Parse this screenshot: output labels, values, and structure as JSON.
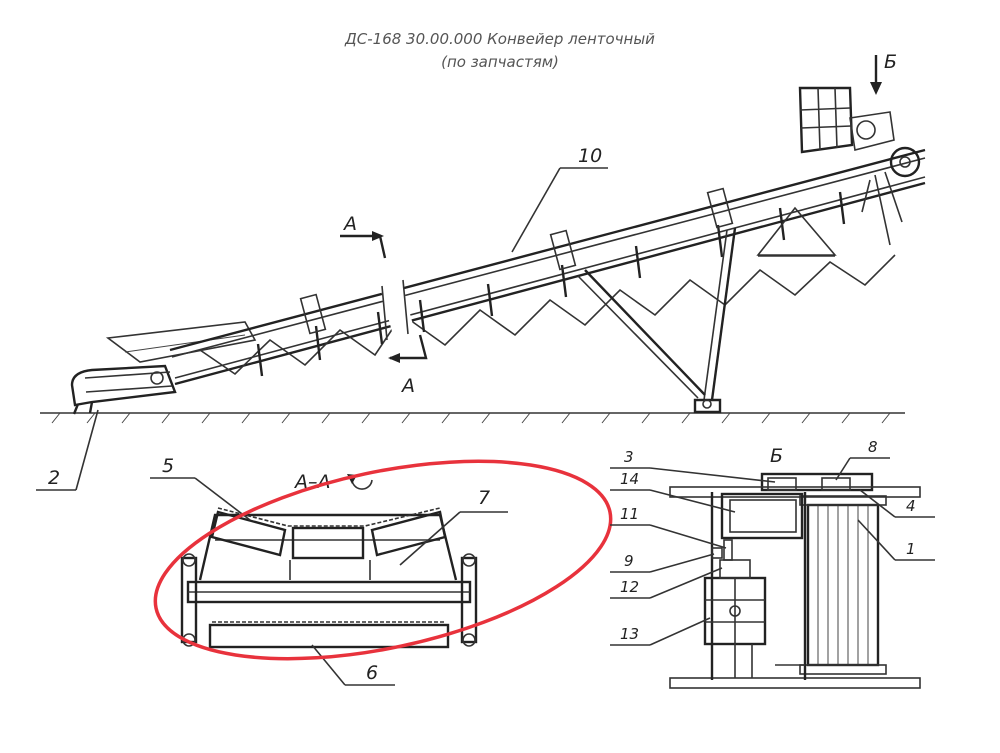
{
  "title": {
    "line1": "ДС-168 30.00.000 Конвейер ленточный",
    "line2": "(по запчастям)"
  },
  "section_labels": {
    "a_top": "А",
    "a_bottom": "А",
    "b_arrow": "Б",
    "b_view": "Б",
    "aa_view": "А–А"
  },
  "callouts": {
    "c1": "1",
    "c2": "2",
    "c3": "3",
    "c4": "4",
    "c5": "5",
    "c6": "6",
    "c7": "7",
    "c8": "8",
    "c9": "9",
    "c10": "10",
    "c11": "11",
    "c12": "12",
    "c13": "13",
    "c14": "14"
  },
  "highlight_color": "#e8323c"
}
